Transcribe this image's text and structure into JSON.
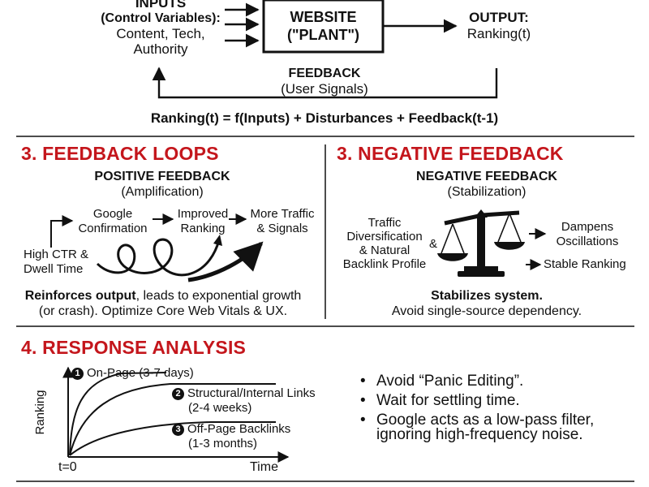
{
  "loop": {
    "inputs_title": "INPUTS",
    "inputs_sub": "(Control Variables):",
    "inputs_l1": "Content, Tech,",
    "inputs_l2": "Authority",
    "plant_l1": "WEBSITE",
    "plant_l2": "(\"PLANT\")",
    "output_title": "OUTPUT:",
    "output_value": "Ranking(t)",
    "feedback_title": "FEEDBACK",
    "feedback_sub": "(User Signals)",
    "equation": "Ranking(t) = f(Inputs) + Disturbances + Feedback(t-1)"
  },
  "positive": {
    "heading": "3. FEEDBACK LOOPS",
    "title": "POSITIVE FEEDBACK",
    "sub": "(Amplification)",
    "n_google_1": "Google",
    "n_google_2": "Confirmation",
    "n_improved_1": "Improved",
    "n_improved_2": "Ranking",
    "n_traffic_1": "More Traffic",
    "n_traffic_2": "& Signals",
    "n_ctr_1": "High CTR &",
    "n_ctr_2": "Dwell Time",
    "summary_bold": "Reinforces output",
    "summary_rest": ", leads to exponential growth",
    "summary_l2": "(or crash). Optimize Core Web Vitals & UX."
  },
  "negative": {
    "heading": "3. NEGATIVE FEEDBACK",
    "title": "NEGATIVE FEEDBACK",
    "sub": "(Stabilization)",
    "left_1": "Traffic",
    "left_2": "Diversification",
    "left_3": "& Natural",
    "left_4": "Backlink Profile",
    "amp": "&",
    "right_1": "Dampens",
    "right_2": "Oscillations",
    "right_3": "Stable Ranking",
    "summary_bold": "Stabilizes system.",
    "summary_l2": "Avoid single-source dependency."
  },
  "response": {
    "heading": "4. RESPONSE ANALYSIS",
    "ylabel": "Ranking",
    "xlabel": "Time",
    "t0": "t=0",
    "c1_num": "1",
    "c1_label": "On-Page (3-7 days)",
    "c2_num": "2",
    "c2_label_1": "Structural/Internal Links",
    "c2_label_2": "(2-4 weeks)",
    "c3_num": "3",
    "c3_label_1": "Off-Page Backlinks",
    "c3_label_2": "(1-3 months)",
    "bullets": [
      "Avoid “Panic Editing”.",
      "Wait for settling time.",
      "Google acts as a low-pass filter,"
    ],
    "bullet3_cont": "ignoring high-frequency noise."
  },
  "colors": {
    "accent": "#c4161c",
    "ink": "#111111"
  }
}
